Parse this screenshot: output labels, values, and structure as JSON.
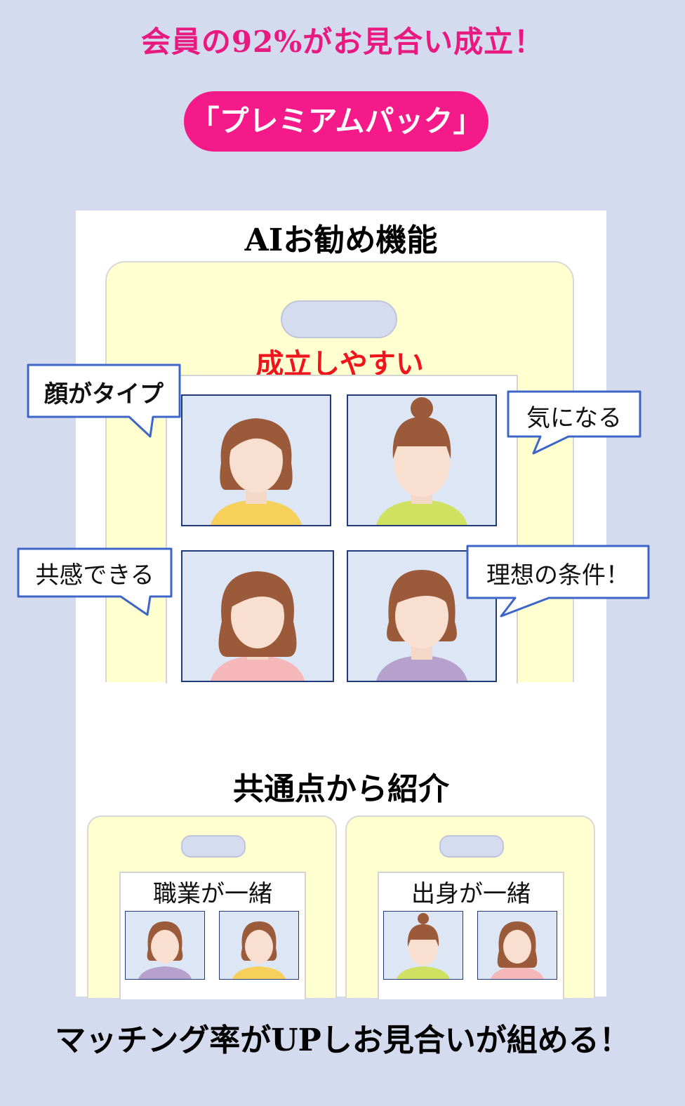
{
  "headline": "会員の92%がお見合い成立！",
  "pack_name": "「プレミアムパック」",
  "feature1": {
    "title": "AIお勧め機能",
    "subtitle": "成立しやすい",
    "bubbles": [
      "顔がタイプ",
      "気になる",
      "共感できる",
      "理想の条件！"
    ]
  },
  "feature2": {
    "title": "共通点から紹介",
    "cards": [
      {
        "label": "職業が一緒"
      },
      {
        "label": "出身が一緒"
      }
    ]
  },
  "footer": "マッチング率がUPしお見合いが組める！",
  "colors": {
    "accent_pink": "#f51a8a",
    "background": "#d4dbef",
    "phone_fill": "#ffffcf",
    "highlight_red": "#f0141e"
  }
}
